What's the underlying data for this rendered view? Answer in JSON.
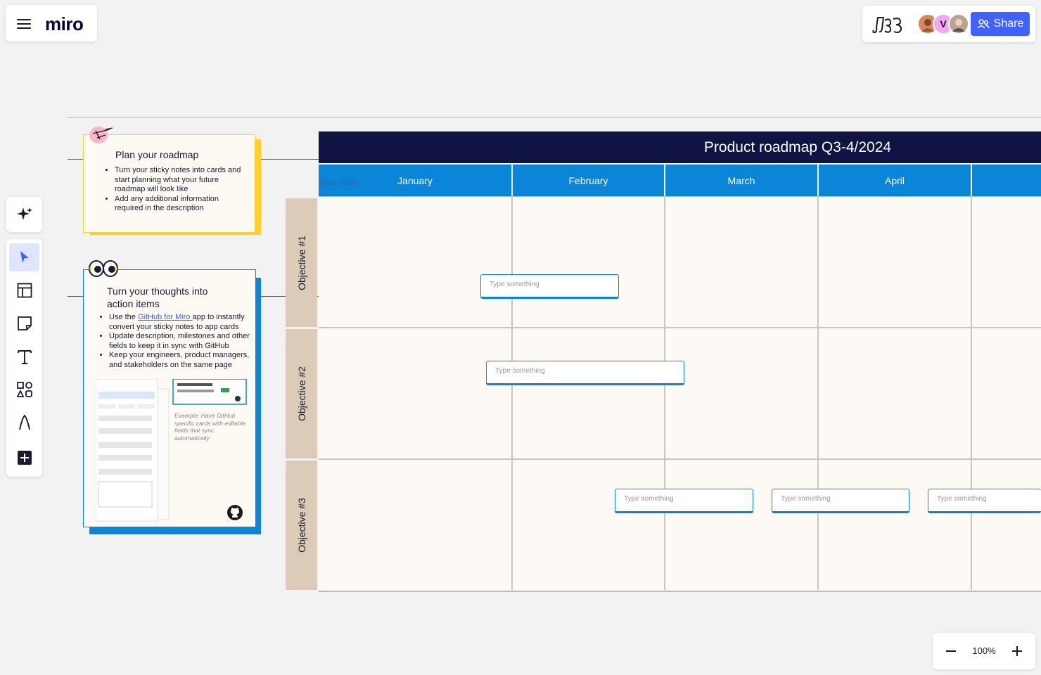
{
  "app": {
    "logo_text": "miro"
  },
  "header": {
    "share_label": "Share",
    "avatars": [
      {
        "name": "avatar-1",
        "initial": "",
        "color": "#d9875a"
      },
      {
        "name": "avatar-2",
        "initial": "V",
        "color": "#f4a7f0"
      },
      {
        "name": "avatar-3",
        "initial": "",
        "color": "#b9a58f"
      }
    ],
    "accent": "#4262ff"
  },
  "toolbar": {
    "tools": [
      "ai-assist",
      "select",
      "templates",
      "sticky-note",
      "text",
      "shapes",
      "pen",
      "more"
    ]
  },
  "zoom": {
    "value": "100%",
    "minus": "−",
    "plus": "+"
  },
  "notes": {
    "plan": {
      "title": "Plan your roadmap",
      "items": [
        "Turn your sticky notes into cards and start planning what your future roadmap will look like",
        "Add any additional information required in the description"
      ],
      "accent": "#ffd02f"
    },
    "thoughts": {
      "title": "Turn your thoughts into action items",
      "item1_pre": "Use the ",
      "item1_link": "GitHub for Miro ",
      "item1_post": "app to instantly convert your sticky notes to app cards",
      "item2": "Update description, milestones and other fields to keep it in sync with GitHub",
      "item3": "Keep your engineers, product managers, and stakeholders on the same page",
      "example_text": "Example: Have GitHub specific cards with editable fields that sync automatically",
      "accent": "#0b85d8"
    }
  },
  "roadmap": {
    "title": "Product roadmap Q3-4/2024",
    "table_placeholder": "New table",
    "months": [
      "January",
      "February",
      "March",
      "April",
      ""
    ],
    "objectives": [
      "Objective #1",
      "Objective #2",
      "Objective #3"
    ],
    "card_placeholder": "Type something",
    "header_color": "#0f1442",
    "month_color": "#0b85d8"
  }
}
